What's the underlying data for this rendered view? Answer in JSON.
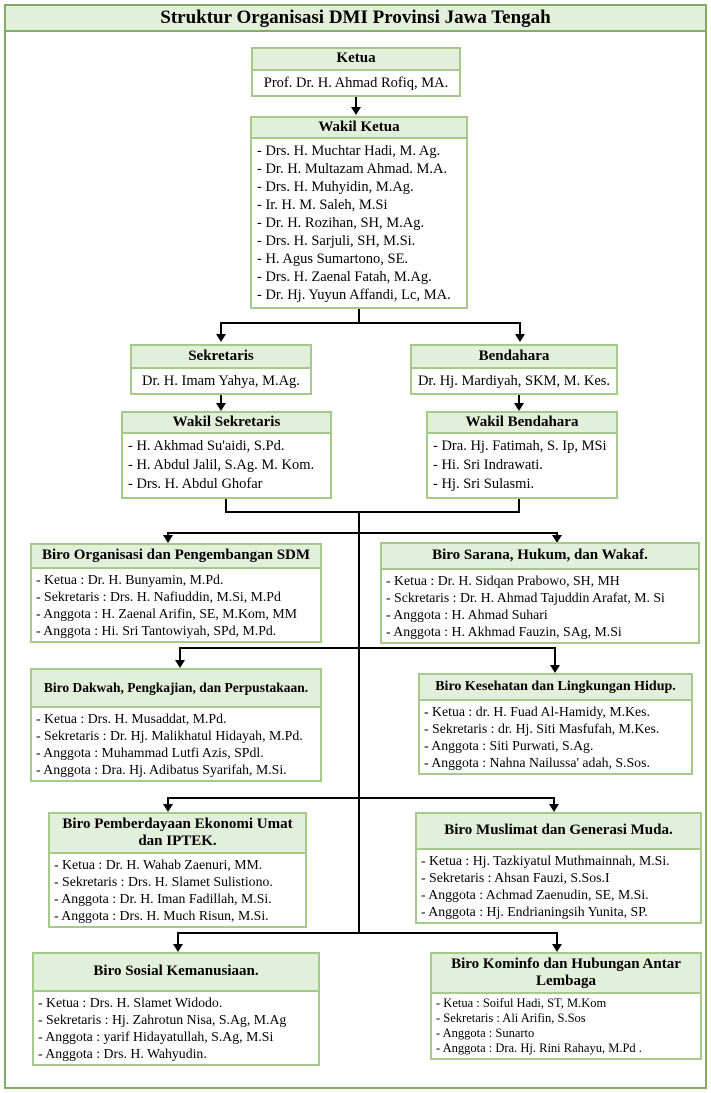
{
  "title": "Struktur Organisasi DMI Provinsi Jawa Tengah",
  "colors": {
    "header_bg": "#e2efda",
    "box_border": "#a5c989",
    "frame_border": "#84ab60",
    "line": "#000000",
    "text": "#000000"
  },
  "nodes": {
    "ketua": {
      "title": "Ketua",
      "name": "Prof. Dr. H. Ahmad Rofiq, MA."
    },
    "wakil_ketua": {
      "title": "Wakil Ketua",
      "items": [
        "- Drs. H. Muchtar Hadi, M. Ag.",
        "- Dr. H. Multazam Ahmad. M.A.",
        "- Drs. H. Muhyidin, M.Ag.",
        "- Ir. H. M. Saleh, M.Si",
        "- Dr. H. Rozihan, SH, M.Ag.",
        "- Drs. H. Sarjuli, SH, M.Si.",
        "- H. Agus Sumartono, SE.",
        "- Drs. H. Zaenal Fatah, M.Ag.",
        "- Dr. Hj. Yuyun Affandi, Lc, MA."
      ]
    },
    "sekretaris": {
      "title": "Sekretaris",
      "name": "Dr. H. Imam Yahya, M.Ag."
    },
    "bendahara": {
      "title": "Bendahara",
      "name": "Dr. Hj. Mardiyah, SKM, M. Kes."
    },
    "wakil_sekretaris": {
      "title": "Wakil Sekretaris",
      "items": [
        "- H. Akhmad Su'aidi, S.Pd.",
        "- H. Abdul Jalil, S.Ag. M. Kom.",
        "- Drs. H. Abdul Ghofar"
      ]
    },
    "wakil_bendahara": {
      "title": "Wakil Bendahara",
      "items": [
        "- Dra. Hj. Fatimah, S. Ip, MSi",
        "- Hi. Sri Indrawati.",
        "- Hj. Sri Sulasmi."
      ]
    },
    "biro_organisasi": {
      "title": "Biro Organisasi dan Pengembangan SDM",
      "items": [
        "- Ketua : Dr. H. Bunyamin, M.Pd.",
        "- Sekretaris : Drs. H. Nafiuddin, M.Si, M.Pd",
        "- Anggota : H. Zaenal Arifin, SE, M.Kom, MM",
        "- Anggota : Hi. Sri Tantowiyah, SPd, M.Pd."
      ]
    },
    "biro_sarana": {
      "title": "Biro Sarana, Hukum, dan Wakaf.",
      "items": [
        "- Ketua :  Dr. H. Sidqan Prabowo, SH, MH",
        "- Sckretaris : Dr. H. Ahmad Tajuddin Arafat, M. Si",
        "- Anggota : H. Ahmad Suhari",
        "- Anggota : H. Akhmad Fauzin, SAg, M.Si"
      ]
    },
    "biro_dakwah": {
      "title": "Biro Dakwah, Pengkajian, dan Perpustakaan.",
      "items": [
        "- Ketua : Drs. H. Musaddat, M.Pd.",
        "- Sekretaris : Dr. Hj. Malikhatul Hidayah, M.Pd.",
        "- Anggota : Muhammad Lutfi Azis, SPdl.",
        "- Anggota : Dra. Hj. Adibatus Syarifah, M.Si."
      ]
    },
    "biro_kesehatan": {
      "title": "Biro Kesehatan dan Lingkungan Hidup.",
      "items": [
        "- Ketua : dr. H. Fuad Al-Hamidy, M.Kes.",
        "- Sekretaris : dr. Hj. Siti Masfufah, M.Kes.",
        "- Anggota : Siti Purwati, S.Ag.",
        "- Anggota : Nahna Nailussa' adah, S.Sos."
      ]
    },
    "biro_pemberdayaan": {
      "title": "Biro Pemberdayaan Ekonomi Umat dan IPTEK.",
      "items": [
        "- Ketua : Dr. H. Wahab Zaenuri, MM.",
        "- Sekretaris : Drs. H. Slamet Sulistiono.",
        "- Anggota : Dr. H. Iman Fadillah, M.Si.",
        "- Anggota : Drs. H. Much Risun, M.Si."
      ]
    },
    "biro_muslimat": {
      "title": "Biro Muslimat dan Generasi Muda.",
      "items": [
        "- Ketua : Hj. Tazkiyatul Muthmainnah, M.Si.",
        "- Sekretaris : Ahsan Fauzi, S.Sos.I",
        "- Anggota : Achmad Zaenudin, SE, M.Si.",
        "- Anggota : Hj. Endrianingsih Yunita, SP."
      ]
    },
    "biro_sosial": {
      "title": "Biro Sosial Kemanusiaan.",
      "items": [
        "- Ketua : Drs. H. Slamet Widodo.",
        "- Sekretaris : Hj. Zahrotun Nisa, S.Ag, M.Ag",
        "- Anggota : yarif Hidayatullah, S.Ag, M.Si",
        "- Anggota : Drs. H. Wahyudin."
      ]
    },
    "biro_kominfo": {
      "title": "Biro Kominfo dan Hubungan Antar Lembaga",
      "items": [
        "- Ketua : Soiful Hadi, ST, M.Kom",
        "- Sekretaris : Ali Arifin, S.Sos",
        "- Anggota : Sunarto",
        "- Anggota : Dra. Hj. Rini Rahayu, M.Pd ."
      ]
    }
  }
}
